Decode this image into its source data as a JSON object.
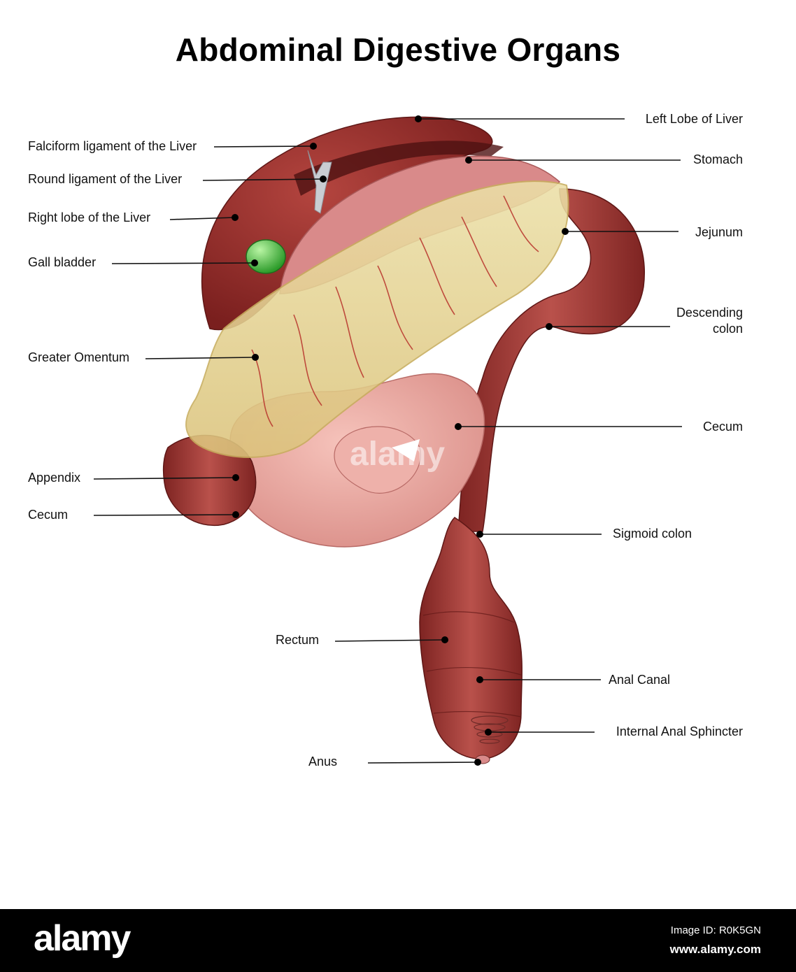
{
  "title": "Abdominal Digestive Organs",
  "labels": {
    "left_lobe_liver": "Left Lobe of Liver",
    "falciform_ligament": "Falciform ligament of the Liver",
    "stomach": "Stomach",
    "round_ligament": "Round ligament of the Liver",
    "right_lobe_liver": "Right lobe of the Liver",
    "jejunum": "Jejunum",
    "gall_bladder": "Gall bladder",
    "descending_colon_line1": "Descending",
    "descending_colon_line2": "colon",
    "greater_omentum": "Greater Omentum",
    "cecum_right": "Cecum",
    "appendix": "Appendix",
    "cecum_left": "Cecum",
    "sigmoid_colon": "Sigmoid colon",
    "rectum": "Rectum",
    "anal_canal": "Anal Canal",
    "internal_anal_sphincter": "Internal Anal Sphincter",
    "anus": "Anus"
  },
  "footer": {
    "brand": "alamy",
    "image_id": "Image ID: R0K5GN",
    "site": "www.alamy.com"
  },
  "watermark": "alamy",
  "colors": {
    "liver": "#8e2a28",
    "stomach": "#d98a8a",
    "omentum": "#e6d59a",
    "intestine": "#e7a49d",
    "colon": "#9b3b38",
    "gall_bladder": "#3fbf3a",
    "ligament": "#c9cdd3"
  }
}
